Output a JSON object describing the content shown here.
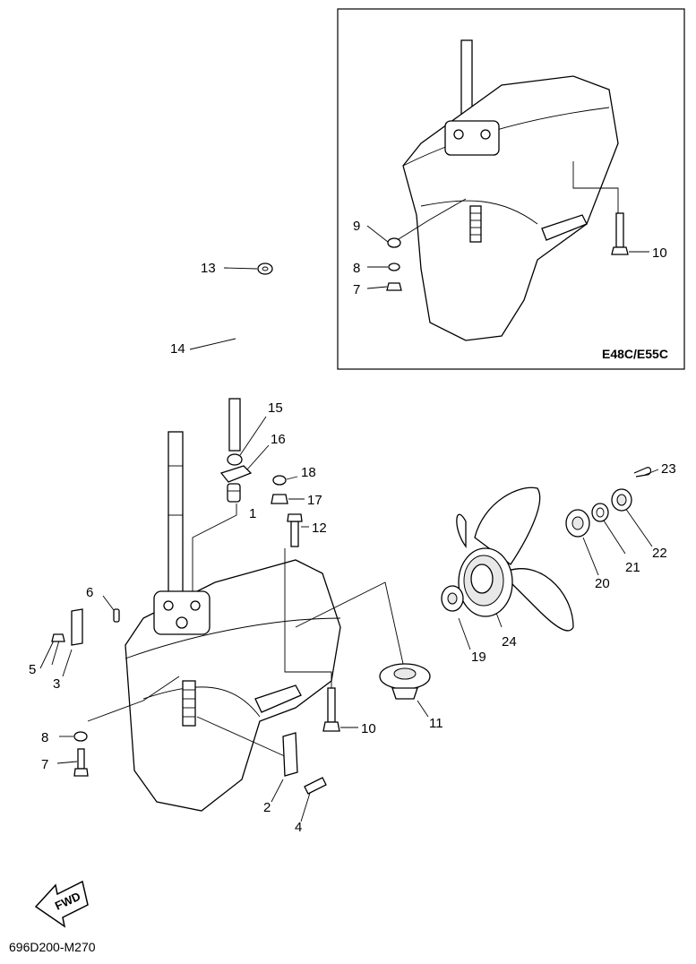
{
  "inset": {
    "label": "E48C/E55C"
  },
  "diagram_code": "696D200-M270",
  "fwd_label": "FWD",
  "callouts": {
    "c1": "1",
    "c2": "2",
    "c3": "3",
    "c4": "4",
    "c5": "5",
    "c6": "6",
    "c7": "7",
    "c8": "8",
    "c10": "10",
    "c11": "11",
    "c12": "12",
    "c13": "13",
    "c14": "14",
    "c15": "15",
    "c16": "16",
    "c17": "17",
    "c18": "18",
    "c19": "19",
    "c20": "20",
    "c21": "21",
    "c22": "22",
    "c23": "23",
    "c24": "24",
    "i7": "7",
    "i8": "8",
    "i9": "9",
    "i10": "10"
  }
}
